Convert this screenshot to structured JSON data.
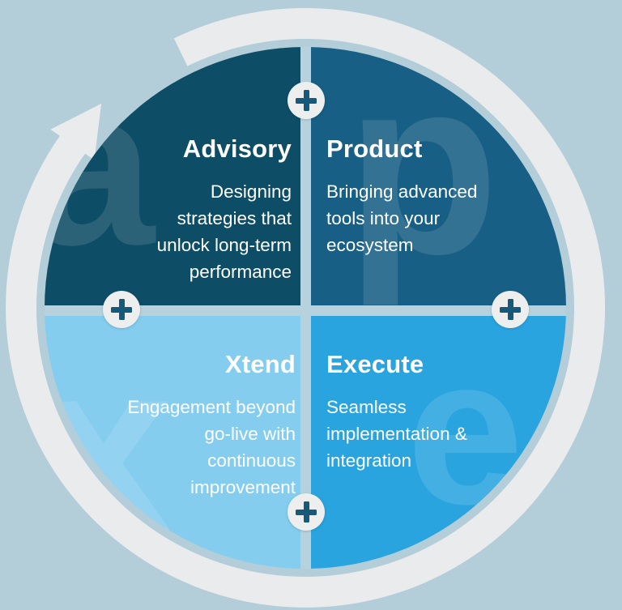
{
  "colors": {
    "background": "#B3CDD9",
    "ring": "#EAEBEC",
    "divider": "#B7D1DD",
    "plus_circle": "#EDEEEE",
    "plus_glyph": "#17597B",
    "text": "#FFFFFF"
  },
  "ring_arrow": {
    "direction": "clockwise"
  },
  "icons": {
    "expand_icon": "plus"
  },
  "quadrants": [
    {
      "id": "advisory",
      "label": "Advisory",
      "description": "Designing\nstrategies that\nunlock long-term\nperformance",
      "watermark": "a",
      "color": "#0E4D66"
    },
    {
      "id": "product",
      "label": "Product",
      "description": "Bringing advanced\ntools into your\necosystem",
      "watermark": "p",
      "color": "#175F85"
    },
    {
      "id": "xtend",
      "label": "Xtend",
      "description": "Engagement beyond\ngo-live with\ncontinuous\nimprovement",
      "watermark": "x",
      "color": "#84CDEF"
    },
    {
      "id": "execute",
      "label": "Execute",
      "description": "Seamless\nimplementation &\nintegration",
      "watermark": "e",
      "color": "#29A4DF"
    }
  ]
}
